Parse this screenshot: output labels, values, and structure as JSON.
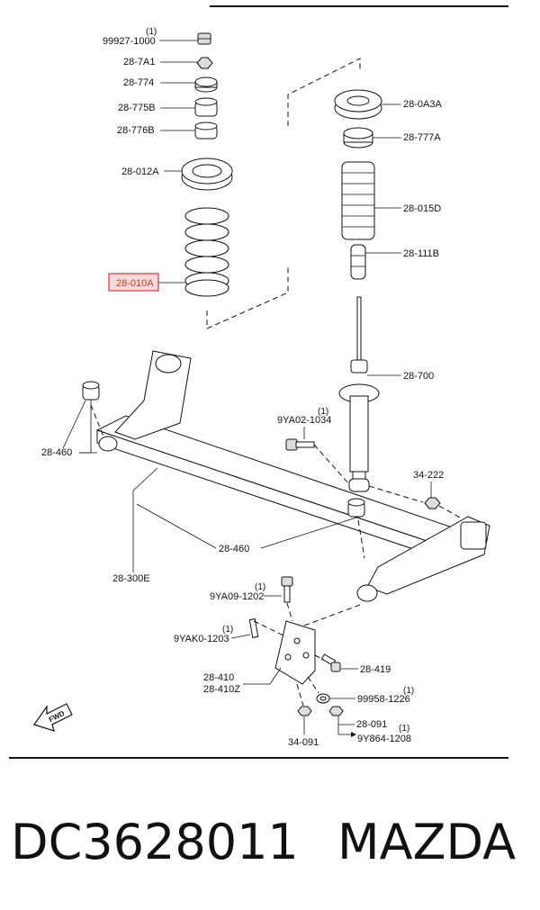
{
  "parts": {
    "nut_qty": "(1)",
    "nut": "99927-1000",
    "nut_7a1": "28-7A1",
    "washer_774": "28-774",
    "bush_775b": "28-775B",
    "bush_776b": "28-776B",
    "seat_012a": "28-012A",
    "spring_010a": "28-010A",
    "mount_0a3a": "28-0A3A",
    "seat_777a": "28-777A",
    "boot_015d": "28-015D",
    "bumper_111b": "28-111B",
    "shock_700": "28-700",
    "bolt_9ya02": "9YA02-1034",
    "bolt_9ya02_qty": "(1)",
    "nut_34222": "34-222",
    "bush_460_left": "28-460",
    "bush_460_center": "28-460",
    "crossmember": "28-300E",
    "bolt_9ya09_qty": "(1)",
    "bolt_9ya09": "9YA09-1202",
    "bolt_9yak0_qty": "(1)",
    "bolt_9yak0": "9YAK0-1203",
    "bracket_410": "28-410",
    "bracket_410z": "28-410Z",
    "bolt_419": "28-419",
    "washer_99958_qty": "(1)",
    "washer_99958": "99958-1226",
    "nut_091": "28-091",
    "bolt_9y864_qty": "(1)",
    "bolt_9y864": "9Y864-1208",
    "nut_34091": "34-091",
    "fwd": "FWD"
  },
  "footer": {
    "part_number": "DC3628011",
    "brand": "MAZDA"
  },
  "colors": {
    "highlight": "#d23a3a",
    "line": "#111111"
  }
}
